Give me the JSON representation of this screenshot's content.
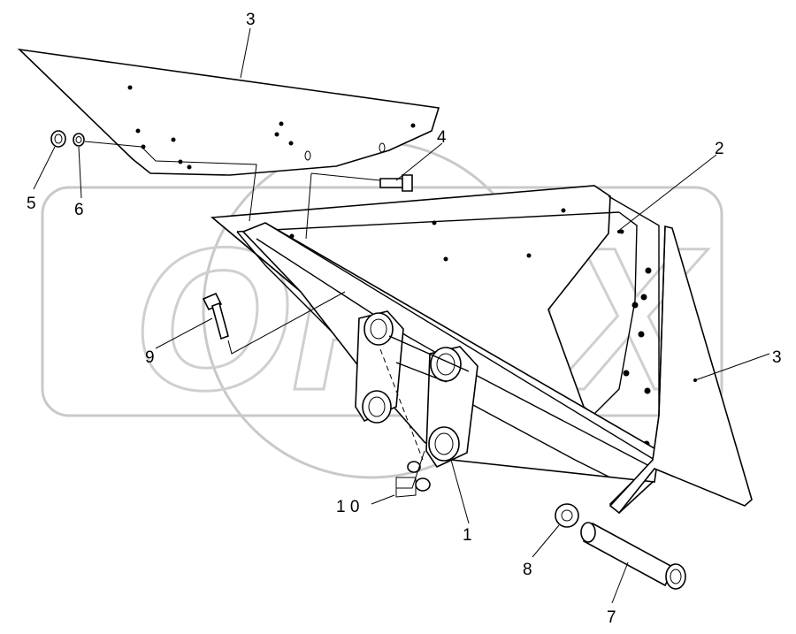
{
  "watermark": {
    "text": "OPEX",
    "color": "#c9c9c9"
  },
  "callouts": {
    "c1": "1",
    "c2": "2",
    "c3a": "3",
    "c3b": "3",
    "c4": "4",
    "c5": "5",
    "c6": "6",
    "c7": "7",
    "c8": "8",
    "c9": "9",
    "c10": "1 0"
  }
}
